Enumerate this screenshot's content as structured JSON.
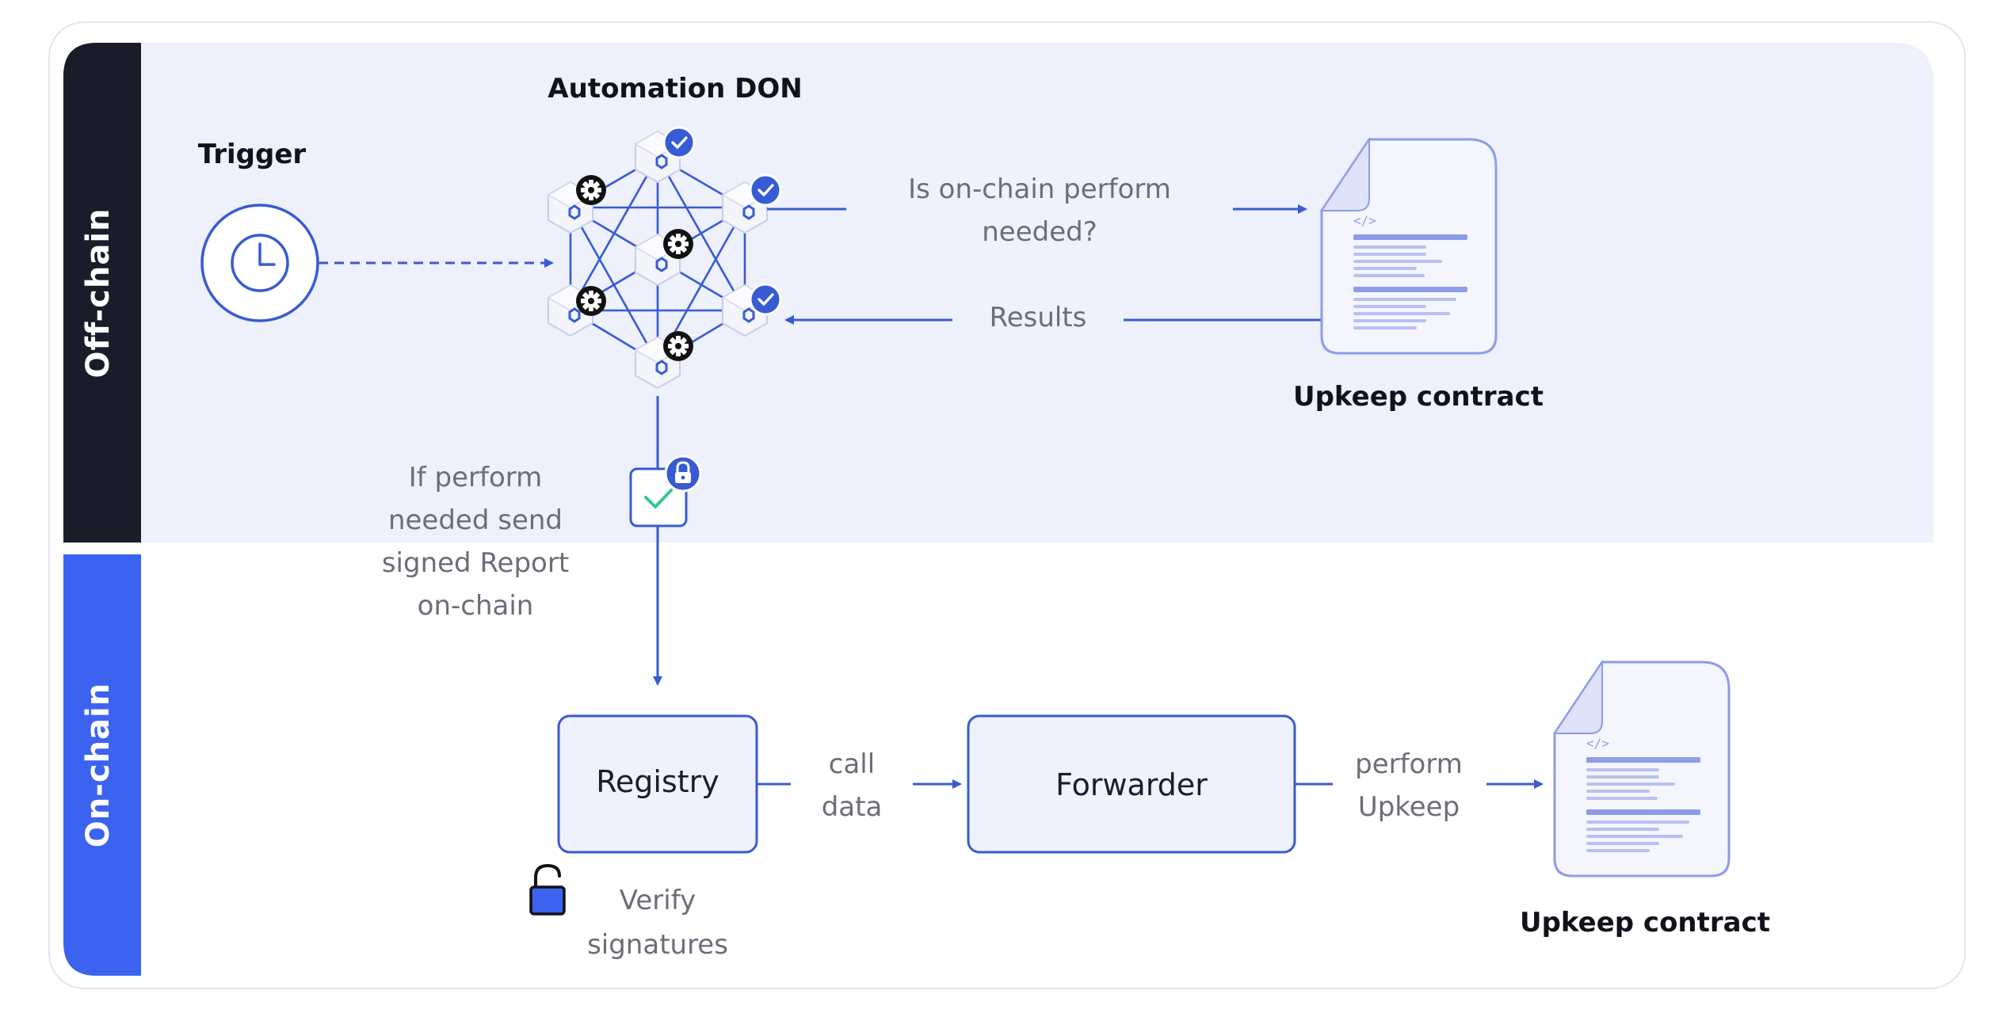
{
  "bands": {
    "offchain": "Off-chain",
    "onchain": "On-chain"
  },
  "labels": {
    "automation_don": "Automation DON",
    "trigger": "Trigger",
    "upkeep_contract_top": "Upkeep contract",
    "upkeep_contract_bottom": "Upkeep contract",
    "is_perform_line1": "Is on-chain perform",
    "is_perform_line2": "needed?",
    "results": "Results",
    "if_perform_line1": "If perform",
    "if_perform_line2": "needed send",
    "if_perform_line3": "signed Report",
    "if_perform_line4": "on-chain",
    "call_line1": "call",
    "call_line2": "data",
    "perform_line1": "perform",
    "perform_line2": "Upkeep",
    "verify_line1": "Verify",
    "verify_line2": "signatures",
    "code_glyph": "</>"
  },
  "nodes": {
    "registry": "Registry",
    "forwarder": "Forwarder"
  },
  "icons": {
    "clock": "clock-icon",
    "gear": "gear-icon",
    "check_badge": "check-badge-icon",
    "lock": "lock-icon",
    "unlock": "unlock-icon",
    "document": "document-icon",
    "chainlink": "chainlink-hex-icon"
  },
  "colors": {
    "accent": "#375bd2",
    "band_offchain": "#1b1c2a",
    "band_onchain": "#3b63f0",
    "offchain_bg": "#eef0fc",
    "box_fill": "#eff1fd",
    "check_green": "#36c49a"
  }
}
